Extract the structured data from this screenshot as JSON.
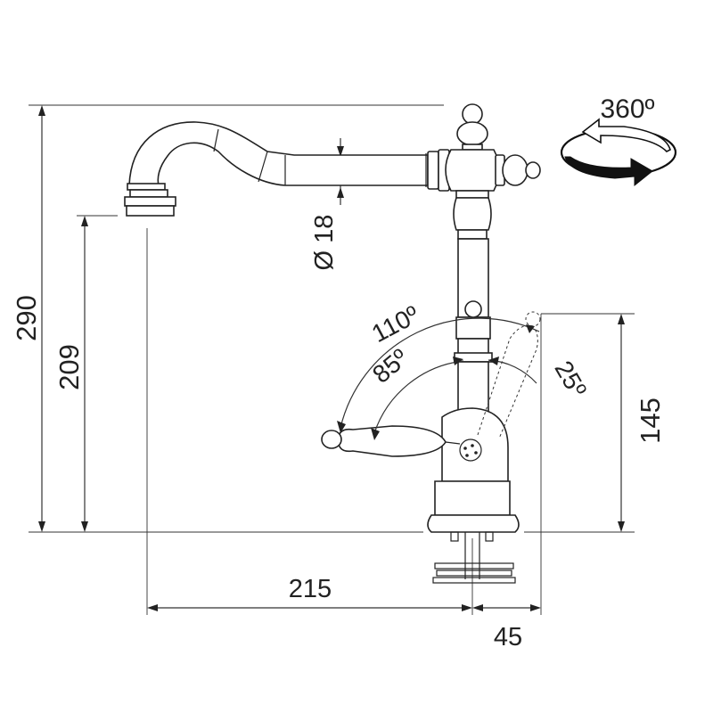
{
  "dimensions": {
    "total_height": "290",
    "spout_height": "209",
    "pipe_diameter": "Ø 18",
    "reach": "215",
    "base_offset": "45",
    "lever_height": "145"
  },
  "angles": {
    "lever_range_max": "110º",
    "lever_range_mid": "85º",
    "lever_range_front": "25º",
    "swivel": "360º"
  },
  "colors": {
    "line": "#222222",
    "swivel_arrow": "#111111"
  },
  "icons": {
    "swivel": "rotation-arrow-icon"
  }
}
